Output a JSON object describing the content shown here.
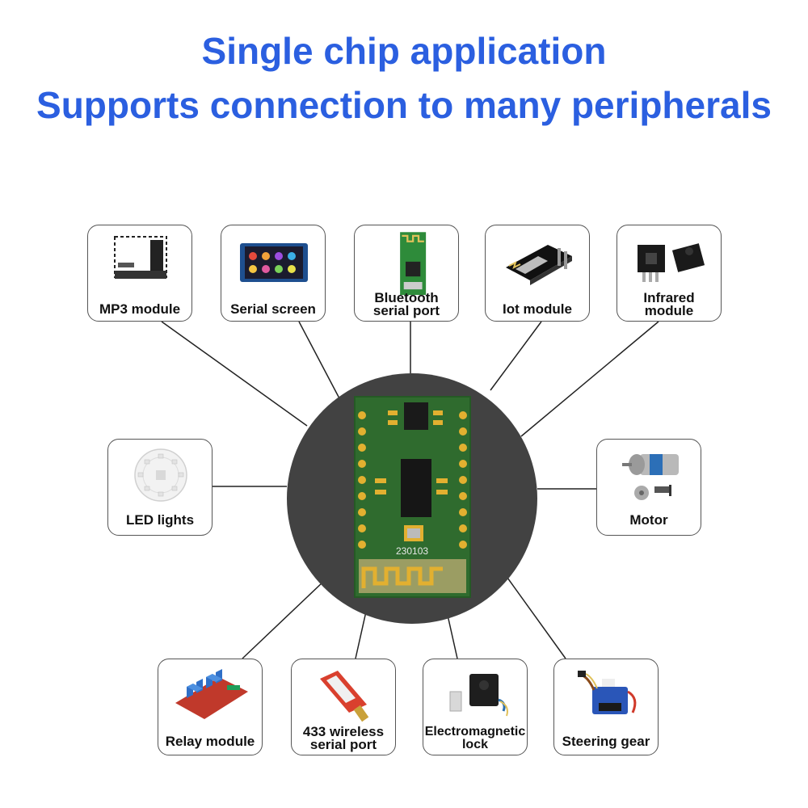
{
  "title": {
    "line1": "Single chip application",
    "line2": "Supports connection to many peripherals"
  },
  "hub": {
    "board_code": "230103"
  },
  "peripherals": {
    "mp3": "MP3 module",
    "serial_screen": "Serial screen",
    "bluetooth_1": "Bluetooth",
    "bluetooth_2": "serial port",
    "iot": "Iot module",
    "infrared_1": "Infrared",
    "infrared_2": "module",
    "led": "LED lights",
    "motor": "Motor",
    "relay": "Relay module",
    "wireless_1": "433 wireless",
    "wireless_2": "serial port",
    "lock_1": "Electromagnetic",
    "lock_2": "lock",
    "servo": "Steering gear"
  },
  "colors": {
    "title": "#2b5fe0",
    "hub": "#424242",
    "pcb": "#2f6b2e",
    "lines": "#222222"
  }
}
